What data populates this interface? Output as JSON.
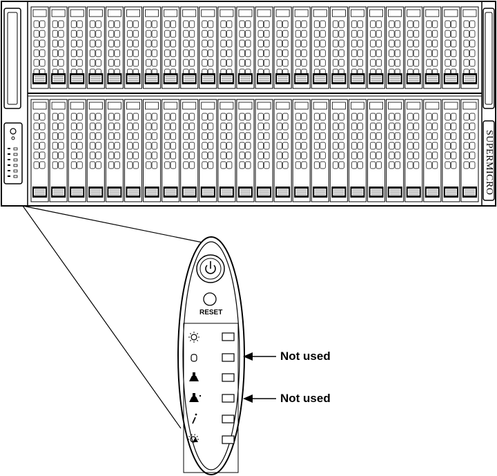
{
  "chassis": {
    "brand": "SUPERMICRO",
    "upper_bays": 24,
    "lower_bays": 24
  },
  "control_panel": {
    "reset_label": "RESET",
    "leds": [
      {
        "icon": "power-led-icon"
      },
      {
        "icon": "hdd-activity-icon"
      },
      {
        "icon": "nic1-icon"
      },
      {
        "icon": "nic2-icon"
      },
      {
        "icon": "info-icon"
      },
      {
        "icon": "power-fail-icon"
      }
    ]
  },
  "callouts": [
    {
      "text": "Not used"
    },
    {
      "text": "Not used"
    }
  ]
}
